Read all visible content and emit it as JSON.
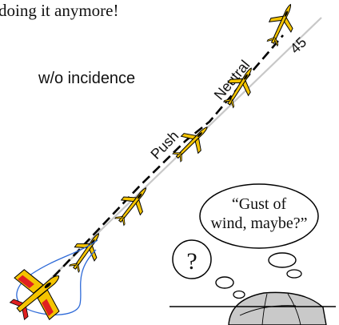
{
  "header_text": "doing it anymore!",
  "mode_label": "w/o incidence",
  "angle_label": "45",
  "phase_labels": {
    "neutral": "Neutral",
    "push": "Push"
  },
  "thought": {
    "line1": "“Gust of",
    "line2": "wind, maybe?”",
    "question_mark": "?"
  },
  "colors": {
    "plane_body": "#f4c400",
    "plane_outline": "#000000",
    "reference_line": "#c8c8c8",
    "flight_path": "#000000",
    "curve": "#2e6ad8",
    "stripe_red": "#e02020",
    "cap": "#c9c9c9"
  },
  "icons": {
    "aircraft": "glider-plane-icon",
    "thought_bubble": "thought-cloud",
    "question_bubble": "question-cloud",
    "head": "cap-head-icon"
  }
}
